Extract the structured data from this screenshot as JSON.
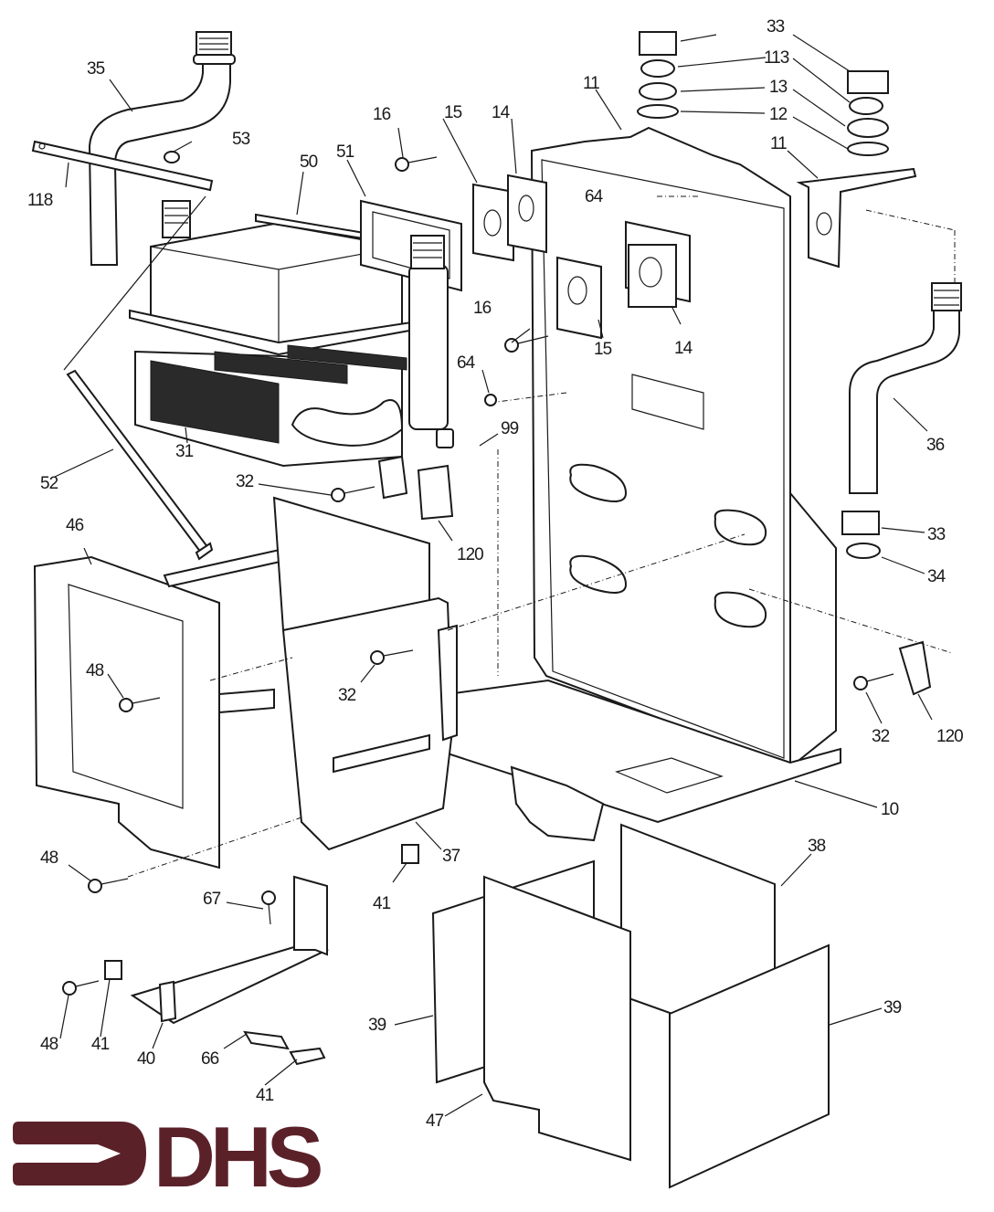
{
  "diagram": {
    "type": "exploded-parts-diagram",
    "subject": "boiler assembly",
    "part_labels": [
      {
        "id": "lbl-35",
        "text": "35",
        "part": "flow pipe (left)"
      },
      {
        "id": "lbl-53",
        "text": "53",
        "part": "wing nut"
      },
      {
        "id": "lbl-118",
        "text": "118",
        "part": "bracket bar"
      },
      {
        "id": "lbl-50",
        "text": "50",
        "part": "flue hood"
      },
      {
        "id": "lbl-51",
        "text": "51",
        "part": "gasket frame"
      },
      {
        "id": "lbl-16a",
        "text": "16",
        "part": "screw"
      },
      {
        "id": "lbl-15a",
        "text": "15",
        "part": "mounting plate"
      },
      {
        "id": "lbl-14a",
        "text": "14",
        "part": "gasket plate"
      },
      {
        "id": "lbl-11a",
        "text": "11",
        "part": "top bracket"
      },
      {
        "id": "lbl-33a",
        "text": "33",
        "part": "hex nut"
      },
      {
        "id": "lbl-113a",
        "text": "113",
        "part": "olive"
      },
      {
        "id": "lbl-13a",
        "text": "13",
        "part": "lock nut"
      },
      {
        "id": "lbl-12a",
        "text": "12",
        "part": "washer"
      },
      {
        "id": "lbl-33b",
        "text": "33",
        "part": "hex nut"
      },
      {
        "id": "lbl-113b",
        "text": "113",
        "part": "olive"
      },
      {
        "id": "lbl-13b",
        "text": "13",
        "part": "lock nut"
      },
      {
        "id": "lbl-12b",
        "text": "12",
        "part": "washer"
      },
      {
        "id": "lbl-11b",
        "text": "11",
        "part": "side bracket"
      },
      {
        "id": "lbl-64a",
        "text": "64",
        "part": "grommet"
      },
      {
        "id": "lbl-16b",
        "text": "16",
        "part": "screw"
      },
      {
        "id": "lbl-15b",
        "text": "15",
        "part": "mounting plate"
      },
      {
        "id": "lbl-14b",
        "text": "14",
        "part": "gasket plate"
      },
      {
        "id": "lbl-64b",
        "text": "64",
        "part": "grommet"
      },
      {
        "id": "lbl-99",
        "text": "99",
        "part": "clip"
      },
      {
        "id": "lbl-52",
        "text": "52",
        "part": "rod"
      },
      {
        "id": "lbl-31",
        "text": "31",
        "part": "heat exchanger"
      },
      {
        "id": "lbl-32a",
        "text": "32",
        "part": "screw"
      },
      {
        "id": "lbl-120a",
        "text": "120",
        "part": "clamp block"
      },
      {
        "id": "lbl-36",
        "text": "36",
        "part": "return pipe (right)"
      },
      {
        "id": "lbl-33c",
        "text": "33",
        "part": "hex nut"
      },
      {
        "id": "lbl-34",
        "text": "34",
        "part": "olive"
      },
      {
        "id": "lbl-46",
        "text": "46",
        "part": "side panel"
      },
      {
        "id": "lbl-48a",
        "text": "48",
        "part": "screw"
      },
      {
        "id": "lbl-32b",
        "text": "32",
        "part": "screw"
      },
      {
        "id": "lbl-32c",
        "text": "32",
        "part": "screw"
      },
      {
        "id": "lbl-120b",
        "text": "120",
        "part": "clamp block"
      },
      {
        "id": "lbl-10",
        "text": "10",
        "part": "casing base"
      },
      {
        "id": "lbl-48b",
        "text": "48",
        "part": "screw"
      },
      {
        "id": "lbl-37",
        "text": "37",
        "part": "combustion chamber"
      },
      {
        "id": "lbl-41a",
        "text": "41",
        "part": "spring clip"
      },
      {
        "id": "lbl-67",
        "text": "67",
        "part": "screw"
      },
      {
        "id": "lbl-38",
        "text": "38",
        "part": "insulation panel (rear)"
      },
      {
        "id": "lbl-48c",
        "text": "48",
        "part": "screw"
      },
      {
        "id": "lbl-41b",
        "text": "41",
        "part": "spring clip"
      },
      {
        "id": "lbl-40",
        "text": "40",
        "part": "support rail"
      },
      {
        "id": "lbl-66",
        "text": "66",
        "part": "bracket clip"
      },
      {
        "id": "lbl-41c",
        "text": "41",
        "part": "spring clip"
      },
      {
        "id": "lbl-39a",
        "text": "39",
        "part": "insulation panel (side)"
      },
      {
        "id": "lbl-39b",
        "text": "39",
        "part": "insulation panel (side)"
      },
      {
        "id": "lbl-47",
        "text": "47",
        "part": "insulation panel (front)"
      }
    ]
  },
  "logo": {
    "text": "DHS",
    "icon": "arrow-right-icon",
    "color": "#5b2129"
  }
}
